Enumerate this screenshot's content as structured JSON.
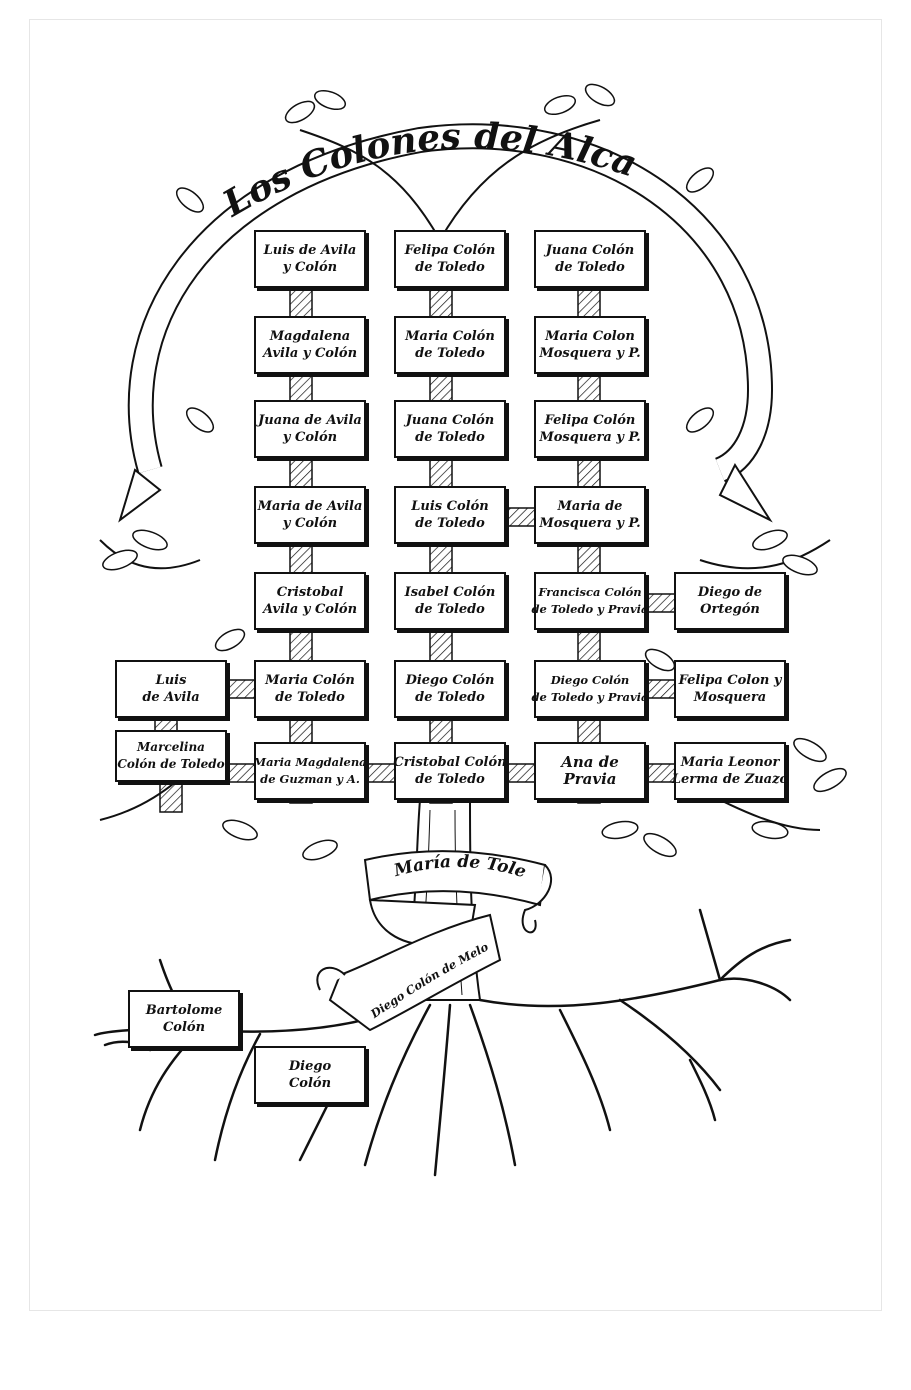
{
  "title": "Los Colones del Alcazar",
  "banner_maria": "María de Toledo",
  "banner_diego": "Diego Colón de Melo Perestrella",
  "nodes": {
    "r1c1": [
      "Luis de Avila",
      "y Colón"
    ],
    "r1c2": [
      "Felipa Colón",
      "de Toledo"
    ],
    "r1c3": [
      "Juana Colón",
      "de Toledo"
    ],
    "r2c1": [
      "Magdalena",
      "Avila y Colón"
    ],
    "r2c2": [
      "Maria Colón",
      "de Toledo"
    ],
    "r2c3": [
      "Maria Colon",
      "Mosquera y P."
    ],
    "r3c1": [
      "Juana de Avila",
      "y Colón"
    ],
    "r3c2": [
      "Juana Colón",
      "de Toledo"
    ],
    "r3c3": [
      "Felipa Colón",
      "Mosquera y P."
    ],
    "r4c1": [
      "Maria de Avila",
      "y Colón"
    ],
    "r4c2": [
      "Luis Colón",
      "de Toledo"
    ],
    "r4c3": [
      "Maria de",
      "Mosquera y P."
    ],
    "r5c1": [
      "Cristobal",
      "Avila y Colón"
    ],
    "r5c2": [
      "Isabel Colón",
      "de Toledo"
    ],
    "r5c3": [
      "Francisca Colón",
      "de Toledo y Pravia"
    ],
    "r5c4": [
      "Diego de",
      "Ortegón"
    ],
    "r6c0": [
      "Luis",
      "de Avila"
    ],
    "r6c1": [
      "Maria Colón",
      "de Toledo"
    ],
    "r6c2": [
      "Diego Colón",
      "de Toledo"
    ],
    "r6c3": [
      "Diego Colón",
      "de Toledo y Pravia"
    ],
    "r6c4": [
      "Felipa Colon y",
      "Mosquera"
    ],
    "r7c0": [
      "Marcelina",
      "Colón de Toledo"
    ],
    "r7c1": [
      "Maria Magdalena",
      "de Guzman y A."
    ],
    "r7c2": [
      "Cristobal Colón",
      "de Toledo"
    ],
    "r7c3": [
      "Ana de",
      "Pravia"
    ],
    "r7c4": [
      "Maria Leonor",
      "Lerma de Zuazo"
    ],
    "bartolome": [
      "Bartolome",
      "Colón"
    ],
    "diego": [
      "Diego",
      "Colón"
    ]
  }
}
